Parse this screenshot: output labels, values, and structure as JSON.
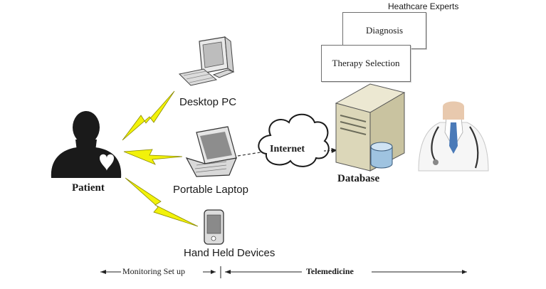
{
  "nodes": {
    "patient": "Patient",
    "desktop": "Desktop PC",
    "laptop": "Portable Laptop",
    "handheld": "Hand Held Devices",
    "internet": "Internet",
    "database": "Database",
    "experts": "Heathcare Experts",
    "diagnosis": "Diagnosis",
    "therapy": "Therapy Selection"
  },
  "bottom_axis": {
    "left_label": "Monitoring Set up",
    "right_label": "Telemedicine"
  },
  "colors": {
    "lightning": "#f2f20a",
    "silhouette": "#1a1a1a",
    "server": "#dcd7b9",
    "db_cylinder": "#9fc3e0"
  }
}
